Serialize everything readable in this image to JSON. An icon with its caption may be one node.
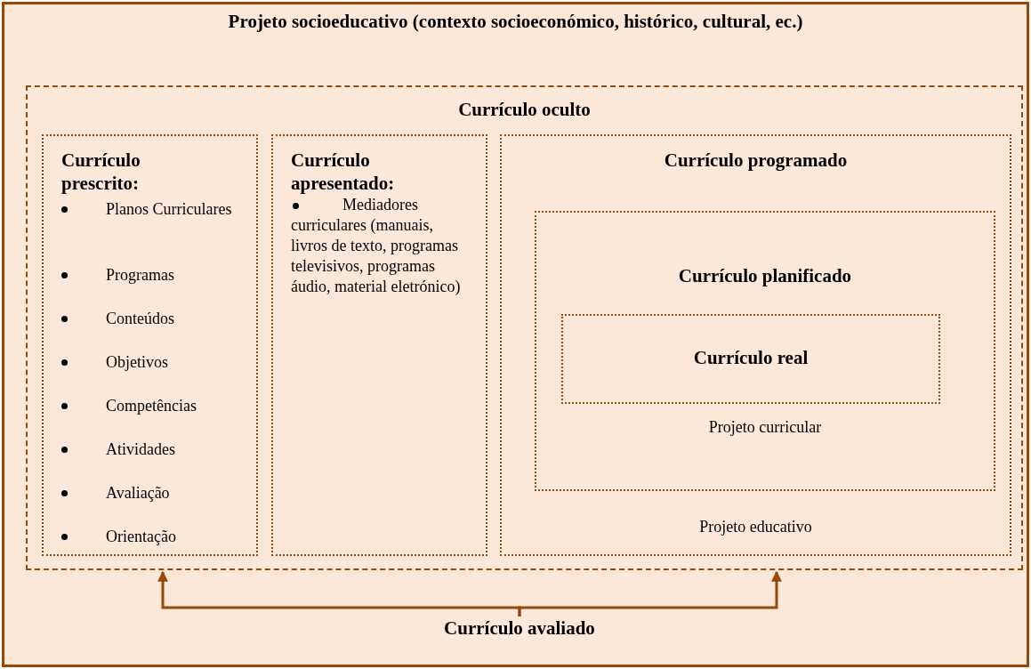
{
  "diagram": {
    "nodes": [
      {
        "text": [
          "Projeto socioeducativo (contexto socioeconómico, histórico, cultural, ec.)"
        ]
      },
      {
        "text": [
          "Currículo oculto"
        ],
        "in": 0
      },
      {
        "text": [
          "Currículo prescrito:",
          "Planos Curriculares",
          "Programas",
          "Conteúdos",
          "Objetivos",
          "Competências",
          "Atividades",
          "Avaliação",
          "Orientação"
        ],
        "in": 1
      },
      {
        "text": [
          "Currículo apresentado:",
          "Mediadores curriculares (manuais, livros de texto, programas televisivos, programas áudio, material eletrónico)"
        ],
        "in": 1
      },
      {
        "text": [
          "Currículo programado",
          "Projeto educativo"
        ],
        "in": 1
      },
      {
        "text": [
          "Currículo planificado",
          "Projeto curricular"
        ],
        "in": 4
      },
      {
        "text": [
          "Currículo real"
        ],
        "in": 5
      },
      {
        "text": [
          "Currículo avaliado"
        ],
        "in": 0
      }
    ],
    "edges": [
      {
        "from": 7,
        "to": 1,
        "arrow": "to"
      },
      {
        "from": 7,
        "to": 1,
        "arrow": "to"
      }
    ]
  }
}
